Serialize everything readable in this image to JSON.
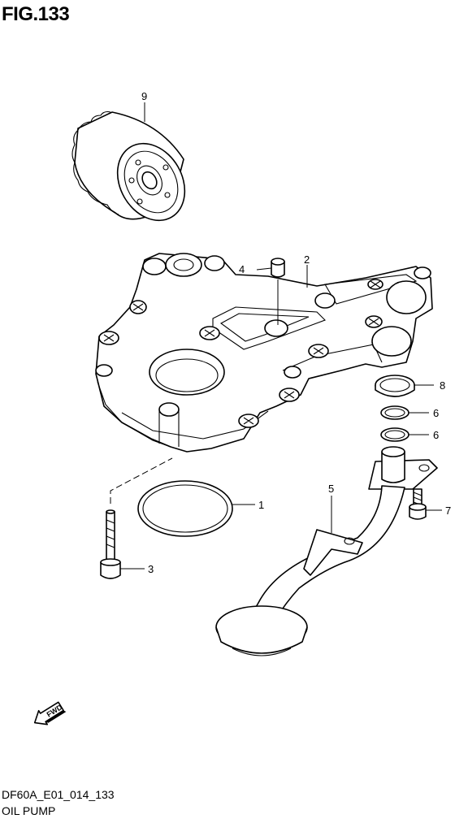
{
  "figure": {
    "title": "FIG.133",
    "code": "DF60A_E01_014_133",
    "name": "OIL PUMP"
  },
  "fwd_label": "FWD",
  "callouts": [
    {
      "id": "1",
      "label": "1"
    },
    {
      "id": "2",
      "label": "2"
    },
    {
      "id": "3",
      "label": "3"
    },
    {
      "id": "4",
      "label": "4"
    },
    {
      "id": "5",
      "label": "5"
    },
    {
      "id": "6a",
      "label": "6"
    },
    {
      "id": "6b",
      "label": "6"
    },
    {
      "id": "7",
      "label": "7"
    },
    {
      "id": "8",
      "label": "8"
    },
    {
      "id": "9",
      "label": "9"
    }
  ]
}
